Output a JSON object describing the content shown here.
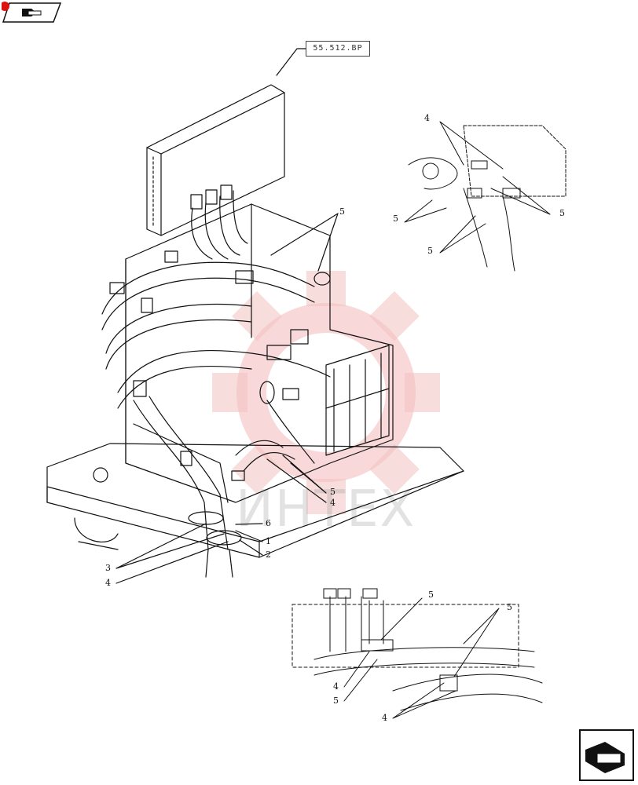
{
  "reference_tag": "55.512.BP",
  "icons": {
    "top_left": "book-arrow-icon",
    "bottom_right": "next-page-arrow-icon"
  },
  "watermark": {
    "text": "ИНТЕХ",
    "color": "#e02020"
  },
  "main_view": {
    "callouts": [
      "5",
      "5",
      "4",
      "6",
      "1",
      "2",
      "3",
      "4"
    ]
  },
  "inset_top": {
    "callouts": [
      "4",
      "5",
      "5",
      "5"
    ]
  },
  "inset_bottom": {
    "callouts": [
      "5",
      "5",
      "4",
      "5",
      "4"
    ]
  }
}
